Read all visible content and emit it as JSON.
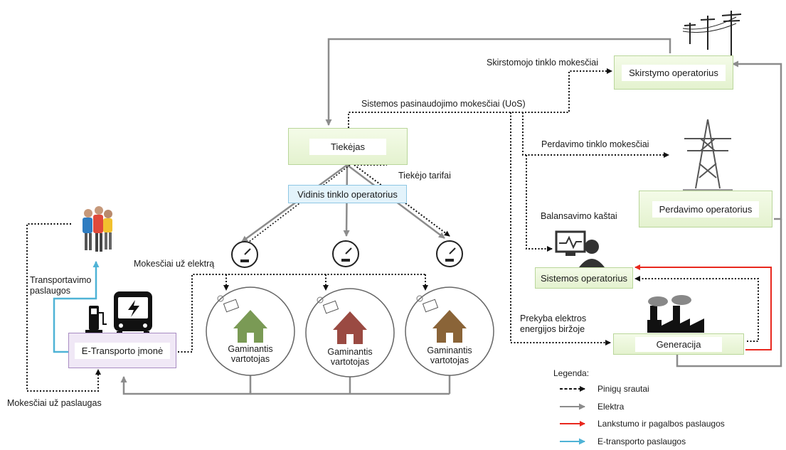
{
  "nodes": {
    "skirstymo_operatorius": "Skirstymo operatorius",
    "tiekejas": "Tiekėjas",
    "vidinis": "Vidinis tinklo operatorius",
    "perdavimo_operatorius": "Perdavimo operatorius",
    "sistemos_operatorius": "Sistemos operatorius",
    "generacija": "Generacija",
    "e_transporto": "E-Transporto įmonė",
    "house_label": "Gaminantis vartotojas"
  },
  "labels": {
    "skirstomojo_mokesciai": "Skirstomojo tinklo mokesčiai",
    "uos": "Sistemos pasinaudojimo mokesčiai (UoS)",
    "tiekejo_tarifai": "Tiekėjo tarifai",
    "perdavimo_mokesciai": "Perdavimo tinklo mokesčiai",
    "balansavimo": "Balansavimo kaštai",
    "mokesciai_elektra": "Mokesčiai už elektrą",
    "transportavimo": "Transportavimo paslaugos",
    "prekyba": "Prekyba elektros energijos biržoje",
    "mokesciai_paslaugas": "Mokesčiai už paslaugas"
  },
  "legend": {
    "title": "Legenda:",
    "items": [
      {
        "label": "Pinigų srautai",
        "color": "#111111",
        "style": "dotted"
      },
      {
        "label": "Elektra",
        "color": "#8c8c8c",
        "style": "solid"
      },
      {
        "label": "Lankstumo ir pagalbos paslaugos",
        "color": "#e8281e",
        "style": "solid"
      },
      {
        "label": "E-transporto paslaugos",
        "color": "#4fb3d6",
        "style": "solid"
      }
    ]
  },
  "colors": {
    "money": "#111111",
    "electricity": "#8c8c8c",
    "flexibility": "#e8281e",
    "etransport": "#4fb3d6",
    "house_green": "#7a9a55",
    "house_red": "#9a4a42",
    "house_brown": "#8a6438"
  },
  "icons": [
    "power-poles-icon",
    "transmission-tower-icon",
    "monitor-operator-icon",
    "factory-icon",
    "people-group-icon",
    "charging-station-icon",
    "bus-icon",
    "meter-icon",
    "solar-panel-icon",
    "house-icon"
  ]
}
